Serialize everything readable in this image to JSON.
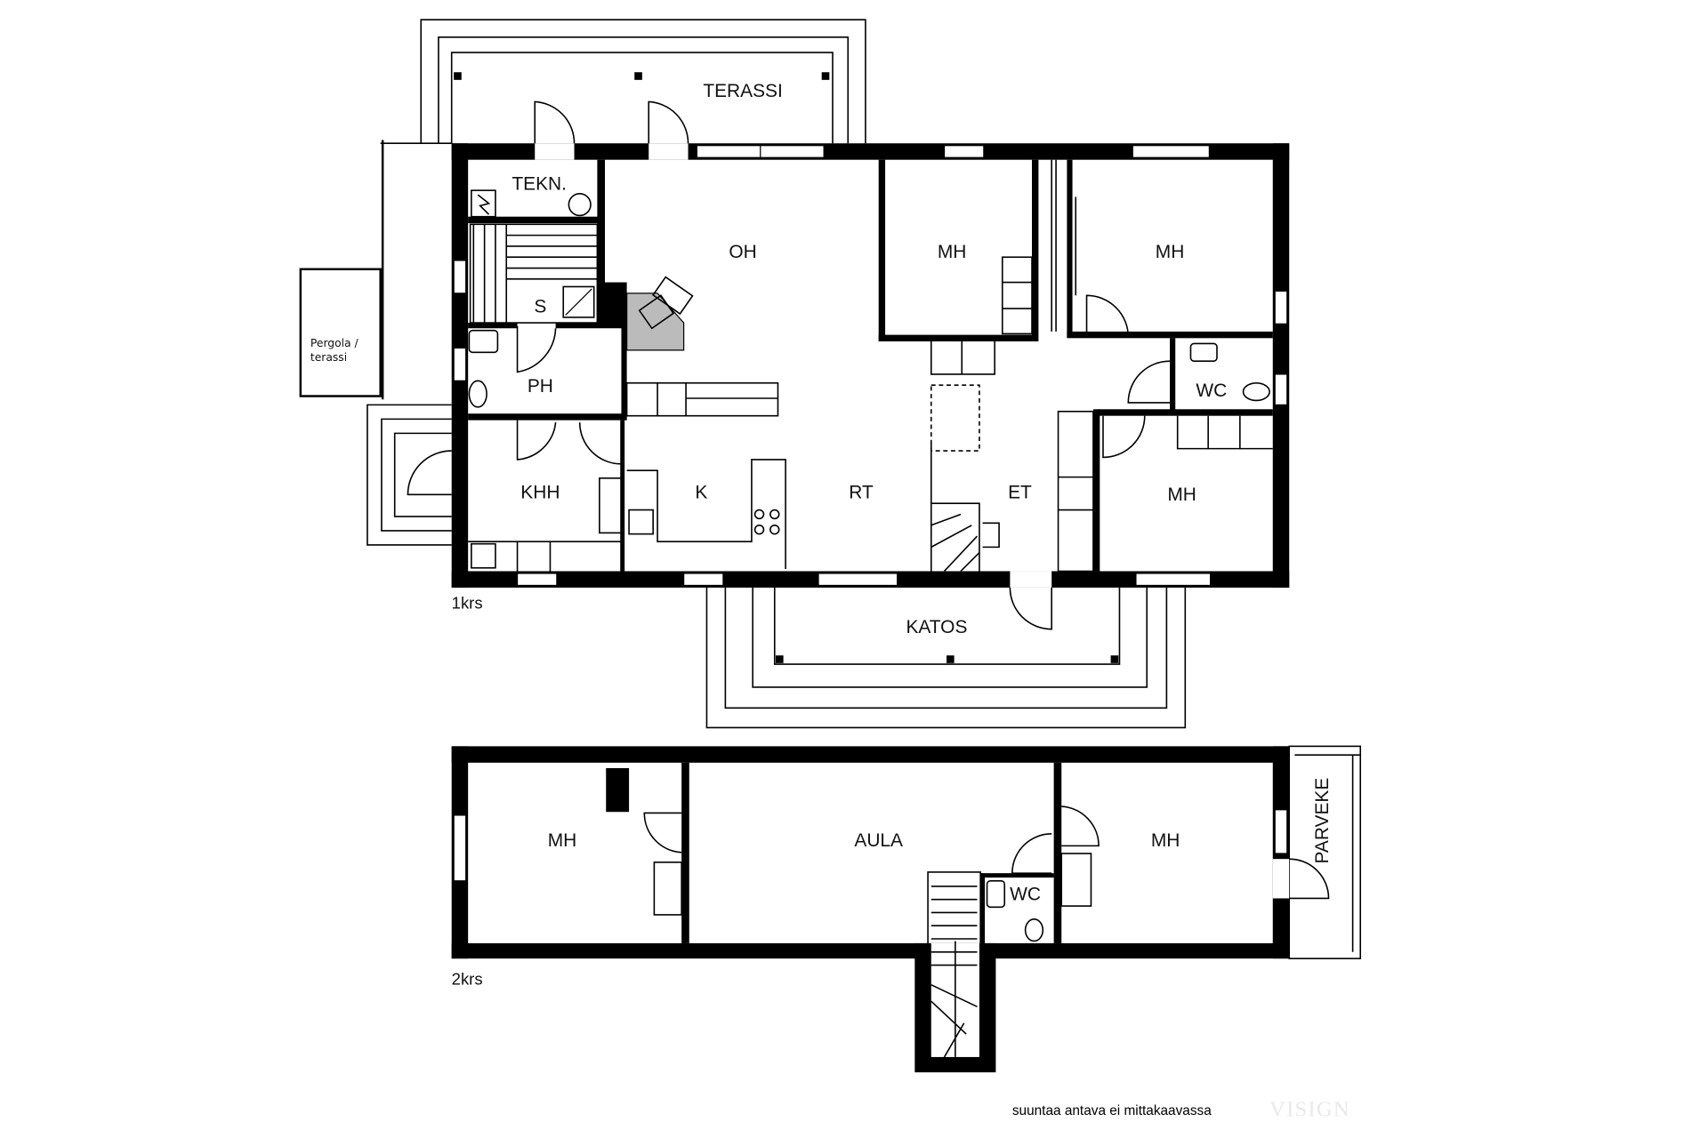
{
  "floor1": {
    "label": "1krs",
    "rooms": {
      "terassi": "TERASSI",
      "tekn": "TEKN.",
      "oh": "OH",
      "mh1": "MH",
      "mh2": "MH",
      "s": "S",
      "ph": "PH",
      "wc": "WC",
      "khh": "KHH",
      "k": "K",
      "rt": "RT",
      "et": "ET",
      "mh3": "MH",
      "katos": "KATOS"
    },
    "pergola_line1": "Pergola /",
    "pergola_line2": "terassi"
  },
  "floor2": {
    "label": "2krs",
    "rooms": {
      "mh1": "MH",
      "aula": "AULA",
      "wc": "WC",
      "mh2": "MH",
      "parveke": "PARVEKE"
    }
  },
  "footer": {
    "note": "suuntaa antava ei mittakaavassa",
    "watermark": "VISIGN"
  }
}
